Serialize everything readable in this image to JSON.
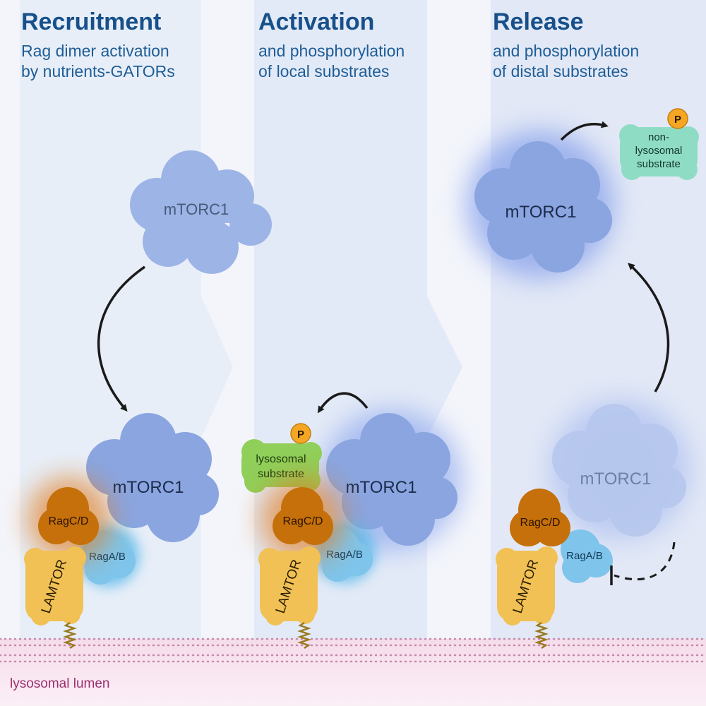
{
  "panels": [
    {
      "title": "Recruitment",
      "subtitle_line1": "Rag dimer activation",
      "subtitle_line2": "by nutrients-GATORs"
    },
    {
      "title": "Activation",
      "subtitle_line1": "and phosphorylation",
      "subtitle_line2": "of local substrates"
    },
    {
      "title": "Release",
      "subtitle_line1": "and phosphorylation",
      "subtitle_line2": "of distal substrates"
    }
  ],
  "labels": {
    "mtorc1": "mTORC1",
    "ragcd": "RagC/D",
    "ragab": "RagA/B",
    "lamtor": "LAMTOR",
    "phospho": "P",
    "lysosomal_substrate_line1": "lysosomal",
    "lysosomal_substrate_line2": "substrate",
    "nonlyso_line1": "non-",
    "nonlyso_line2": "lysosomal",
    "nonlyso_line3": "substrate",
    "lumen": "lysosomal lumen"
  },
  "colors": {
    "mtorc1": "#9db4e6",
    "ragcd": "#c5700a",
    "ragab": "#7fc4ea",
    "lamtor": "#f1c155",
    "lysosomal_substrate": "#8fcf5a",
    "non_lysosomal_substrate": "#8fdcc4",
    "phospho": "#f5a623",
    "title": "#17508a",
    "lumen_text": "#9c2f6e"
  }
}
